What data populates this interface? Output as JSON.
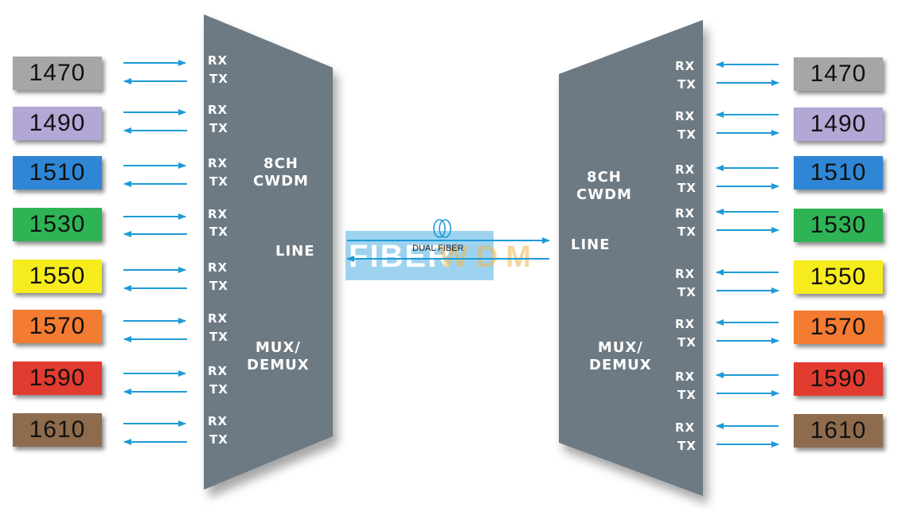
{
  "colors": {
    "mux_body": "#6e7a83",
    "arrow": "#1e9bd7",
    "logo_bg": "#9ed3f0"
  },
  "channels": [
    {
      "label": "1470",
      "color": "#a6a6a6"
    },
    {
      "label": "1490",
      "color": "#b3a7d6"
    },
    {
      "label": "1510",
      "color": "#2e86d5"
    },
    {
      "label": "1530",
      "color": "#2fb455"
    },
    {
      "label": "1550",
      "color": "#f6ec1d"
    },
    {
      "label": "1570",
      "color": "#f47b32"
    },
    {
      "label": "1590",
      "color": "#e23b2f"
    },
    {
      "label": "1610",
      "color": "#8f6b4d"
    }
  ],
  "port_labels": {
    "rx": "RX",
    "tx": "TX"
  },
  "left_mux": {
    "title": "8CH\nCWDM",
    "line": "LINE",
    "function": "MUX/\nDEMUX"
  },
  "right_mux": {
    "title": "8CH\nCWDM",
    "line": "LINE",
    "function": "MUX/\nDEMUX"
  },
  "link": {
    "label": "DUAL FIBER",
    "icon": "fiber-coil-icon"
  },
  "watermark": {
    "part1": "FIBER",
    "part2": "WDM"
  }
}
